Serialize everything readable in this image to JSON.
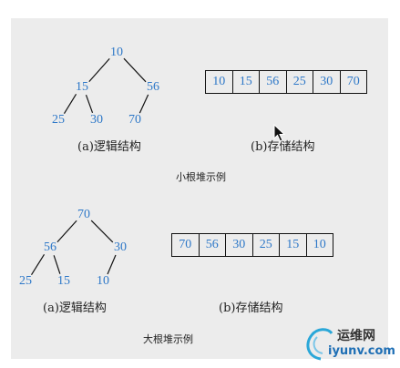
{
  "min_heap": {
    "tree": {
      "nodes": [
        {
          "id": "n0",
          "value": "10"
        },
        {
          "id": "n1",
          "value": "15"
        },
        {
          "id": "n2",
          "value": "56"
        },
        {
          "id": "n3",
          "value": "25"
        },
        {
          "id": "n4",
          "value": "30"
        },
        {
          "id": "n5",
          "value": "70"
        }
      ],
      "edges": [
        [
          "n0",
          "n1"
        ],
        [
          "n0",
          "n2"
        ],
        [
          "n1",
          "n3"
        ],
        [
          "n1",
          "n4"
        ],
        [
          "n2",
          "n5"
        ]
      ]
    },
    "array": [
      "10",
      "15",
      "56",
      "25",
      "30",
      "70"
    ],
    "logic_caption": "(a)逻辑结构",
    "storage_caption": "(b)存储结构",
    "title": "小根堆示例"
  },
  "max_heap": {
    "tree": {
      "nodes": [
        {
          "id": "m0",
          "value": "70"
        },
        {
          "id": "m1",
          "value": "56"
        },
        {
          "id": "m2",
          "value": "30"
        },
        {
          "id": "m3",
          "value": "25"
        },
        {
          "id": "m4",
          "value": "15"
        },
        {
          "id": "m5",
          "value": "10"
        }
      ],
      "edges": [
        [
          "m0",
          "m1"
        ],
        [
          "m0",
          "m2"
        ],
        [
          "m1",
          "m3"
        ],
        [
          "m1",
          "m4"
        ],
        [
          "m2",
          "m5"
        ]
      ]
    },
    "array": [
      "70",
      "56",
      "30",
      "25",
      "15",
      "10"
    ],
    "logic_caption": "(a)逻辑结构",
    "storage_caption": "(b)存储结构",
    "title": "大根堆示例"
  },
  "watermark": {
    "text_cn": "运维网",
    "text_en": "iyunv.com"
  },
  "colors": {
    "node_text": "#2e78c8",
    "panel_bg": "#ececec",
    "line": "#111111"
  }
}
